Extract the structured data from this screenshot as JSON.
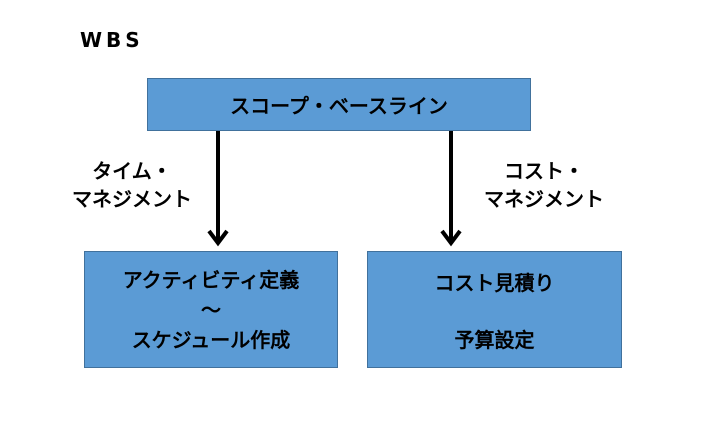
{
  "title": "WBS",
  "top_box": {
    "text": "スコープ・ベースライン"
  },
  "left_box": {
    "line1": "アクティビティ定義",
    "line2": "～",
    "line3": "スケジュール作成"
  },
  "right_box": {
    "line1": "コスト見積り",
    "line2": "予算設定"
  },
  "left_label": {
    "line1": "タイム・",
    "line2": "マネジメント"
  },
  "right_label": {
    "line1": "コスト・",
    "line2": "マネジメント"
  },
  "colors": {
    "box_fill": "#5b9bd5",
    "box_border": "#41719c",
    "arrow": "#000000"
  }
}
